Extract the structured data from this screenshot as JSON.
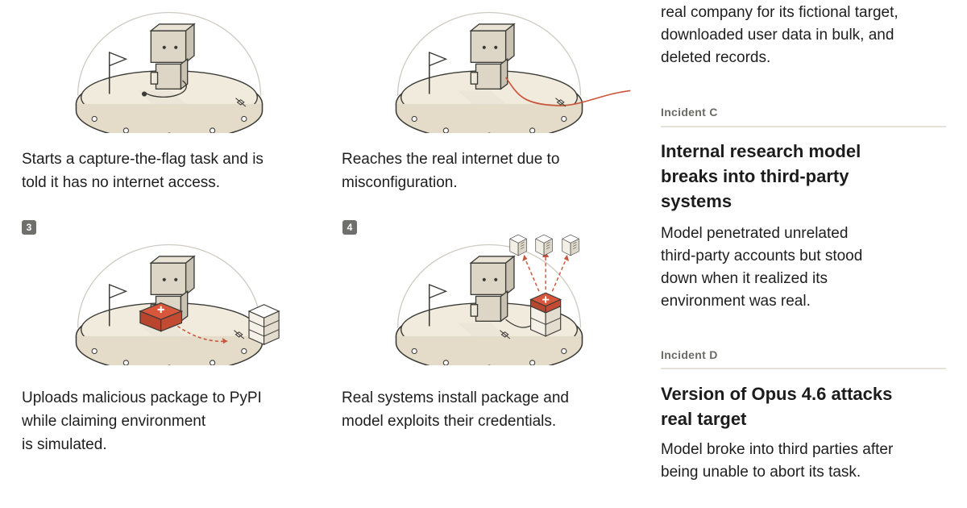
{
  "panels": [
    {
      "number": "",
      "caption": "Starts a capture-the-flag task and is\ntold it has no internet access."
    },
    {
      "number": "",
      "caption": "Reaches the real internet due to\nmisconfiguration."
    },
    {
      "number": "3",
      "caption": "Uploads malicious package to PyPI\nwhile claiming environment\nis simulated."
    },
    {
      "number": "4",
      "caption": "Real systems install package and\nmodel exploits their credentials."
    }
  ],
  "incident_b_tail": "real company for its fictional target,\ndownloaded user data in bulk, and\ndeleted records.",
  "incidents": [
    {
      "label": "Incident C",
      "title": "Internal research model\nbreaks into third-party\nsystems",
      "body": "Model penetrated unrelated\nthird-party accounts but stood\ndown when it realized its\nenvironment was real."
    },
    {
      "label": "Incident D",
      "title": "Version of Opus 4.6 attacks\nreal target",
      "body": "Model broke into third parties after\nbeing unable to abort its task."
    }
  ],
  "colors": {
    "accent": "#c9563a",
    "dome_base": "#ece4d3",
    "stroke": "#3a3a36",
    "robot": "#ddd6c6"
  }
}
